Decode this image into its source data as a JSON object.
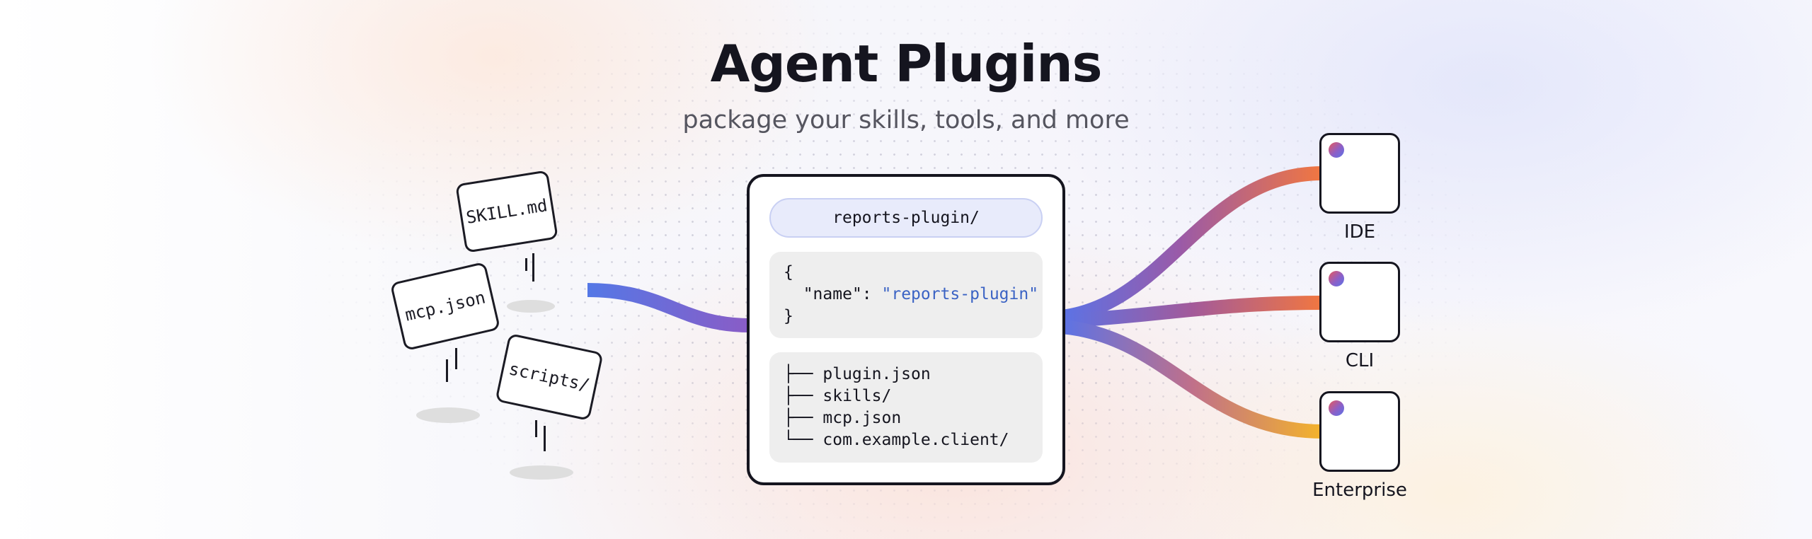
{
  "header": {
    "title": "Agent Plugins",
    "subtitle": "package your skills, tools, and more"
  },
  "source_files": [
    {
      "label": "SKILL.md"
    },
    {
      "label": "mcp.json"
    },
    {
      "label": "scripts/"
    }
  ],
  "plugin": {
    "name": "reports-plugin/",
    "code": {
      "open": "{",
      "key": "\"name\"",
      "sep": ": ",
      "value": "\"reports-plugin\"",
      "close": "}"
    },
    "tree": [
      "├── plugin.json",
      "├── skills/",
      "├── mcp.json",
      "└── com.example.client/"
    ]
  },
  "targets": [
    {
      "label": "IDE"
    },
    {
      "label": "CLI"
    },
    {
      "label": "Enterprise"
    }
  ],
  "colors": {
    "ink": "#15151f",
    "blue": "#5b73e6",
    "purple": "#8d5fc7",
    "red": "#ee5a4f",
    "orange": "#f0884c",
    "amber": "#f3b02b",
    "code_string": "#3b63c4"
  }
}
